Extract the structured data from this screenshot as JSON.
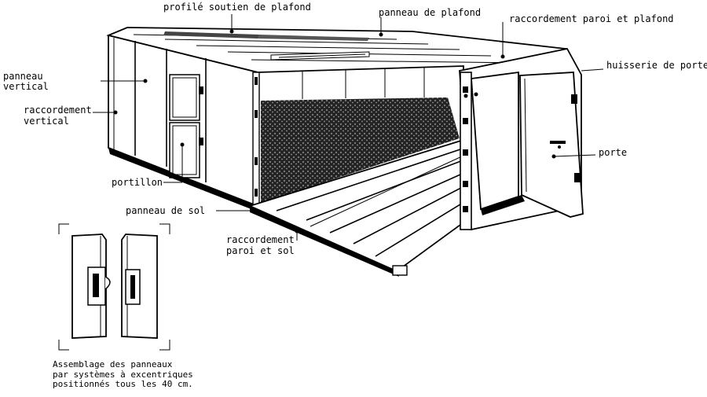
{
  "labels": {
    "profile_soutien": "profilé soutien de plafond",
    "panneau_plafond": "panneau de plafond",
    "raccordement_paroi_plafond": "raccordement paroi et plafond",
    "huisserie_porte": "huisserie de porte",
    "panneau_vertical_1": "panneau",
    "panneau_vertical_2": "vertical",
    "raccordement_vertical_1": "raccordement",
    "raccordement_vertical_2": "vertical",
    "porte": "porte",
    "portillon": "portillon",
    "panneau_sol": "panneau de sol",
    "raccordement_paroi_sol_1": "raccordement",
    "raccordement_paroi_sol_2": "paroi et sol"
  },
  "caption": "Assemblage des panneaux\npar systèmes à excentriques\npositionnés tous les 40 cm."
}
